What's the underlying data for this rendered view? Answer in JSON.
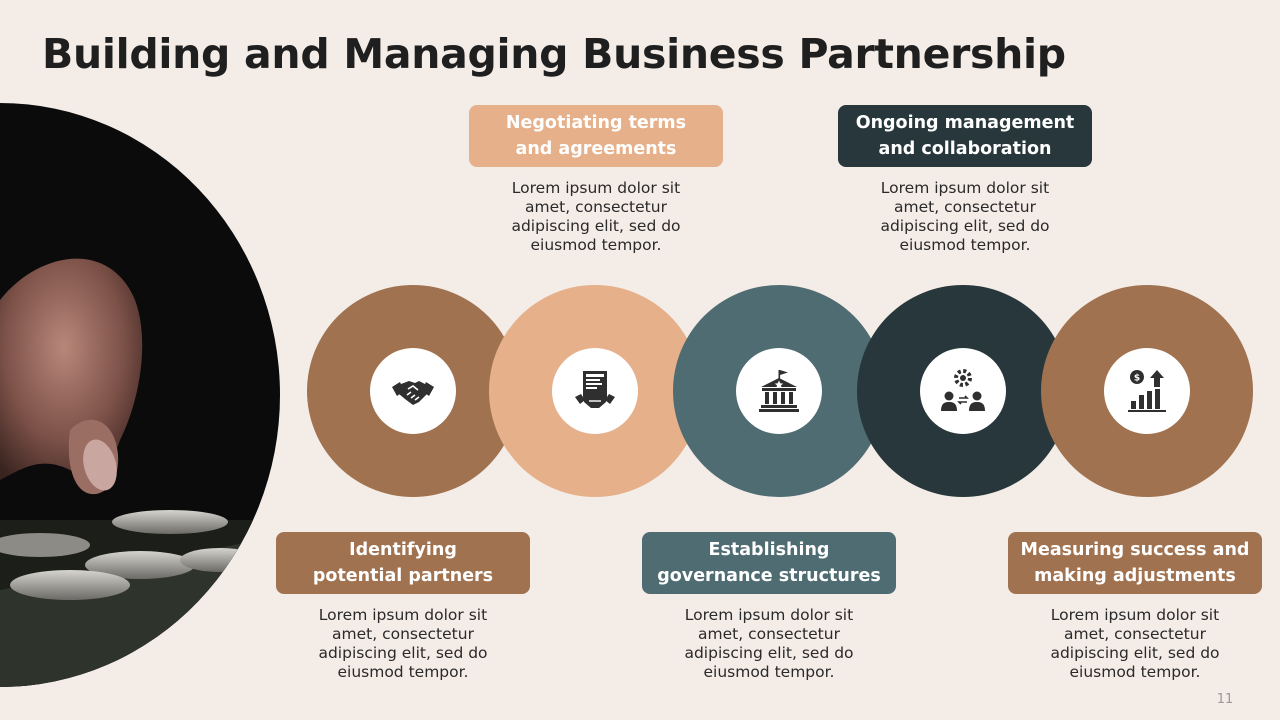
{
  "slide": {
    "title": "Building and Managing Business Partnership",
    "page_number": "11"
  },
  "colors": {
    "background": "#f4ece7",
    "brown": "#a0724f",
    "peach": "#e5b08a",
    "slate": "#4f6c72",
    "dark": "#28373b"
  },
  "steps": [
    {
      "icon": "handshake-icon",
      "label_line1": "Identifying",
      "label_line2": "potential partners",
      "desc_line1": "Lorem ipsum dolor sit",
      "desc_line2": "amet, consectetur",
      "desc_line3": "adipiscing elit, sed do",
      "desc_line4": "eiusmod tempor."
    },
    {
      "icon": "contract-handshake-icon",
      "label_line1": "Negotiating terms",
      "label_line2": "and agreements",
      "desc_line1": "Lorem ipsum dolor sit",
      "desc_line2": "amet, consectetur",
      "desc_line3": "adipiscing elit, sed do",
      "desc_line4": "eiusmod tempor."
    },
    {
      "icon": "government-building-icon",
      "label_line1": "Establishing",
      "label_line2": "governance structures",
      "desc_line1": "Lorem ipsum dolor sit",
      "desc_line2": "amet, consectetur",
      "desc_line3": "adipiscing elit, sed do",
      "desc_line4": "eiusmod tempor."
    },
    {
      "icon": "team-collaboration-icon",
      "label_line1": "Ongoing management",
      "label_line2": "and collaboration",
      "desc_line1": "Lorem ipsum dolor sit",
      "desc_line2": "amet, consectetur",
      "desc_line3": "adipiscing elit, sed do",
      "desc_line4": "eiusmod tempor."
    },
    {
      "icon": "growth-chart-icon",
      "label_line1": "Measuring success and",
      "label_line2": "making adjustments",
      "desc_line1": "Lorem ipsum dolor sit",
      "desc_line2": "amet, consectetur",
      "desc_line3": "adipiscing elit, sed do",
      "desc_line4": "eiusmod tempor."
    }
  ]
}
